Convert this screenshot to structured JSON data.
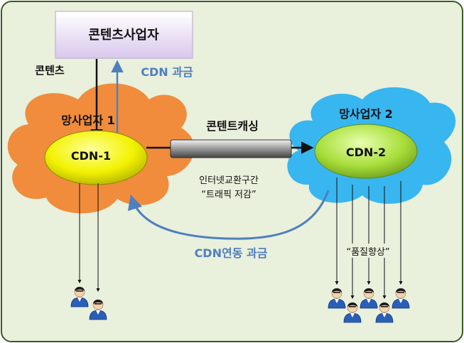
{
  "provider_box": {
    "label": "콘텐츠사업자"
  },
  "edges": {
    "content_label": "콘텐츠",
    "cdn_charge_label": "CDN 과금",
    "caching_label": "콘텐트캐싱",
    "interconnect_label": "인터넷교환구간",
    "traffic_label": "“트래픽 저감”",
    "federation_charge_label": "CDN연동 과금",
    "quality_label": "“품질향상”"
  },
  "isp1": {
    "label": "망사업자 1",
    "cdn": "CDN-1"
  },
  "isp2": {
    "label": "망사업자 2",
    "cdn": "CDN-2"
  },
  "colors": {
    "background": "#e9f0dc",
    "cloud_left": "#f08c3c",
    "cloud_right": "#38b6f0",
    "cdn1": "#f2f200",
    "cdn2": "#a8de3a",
    "accent_blue": "#4f7fbf",
    "box_fill": "#e6dcf0"
  },
  "icons": {
    "user": "user-icon"
  }
}
